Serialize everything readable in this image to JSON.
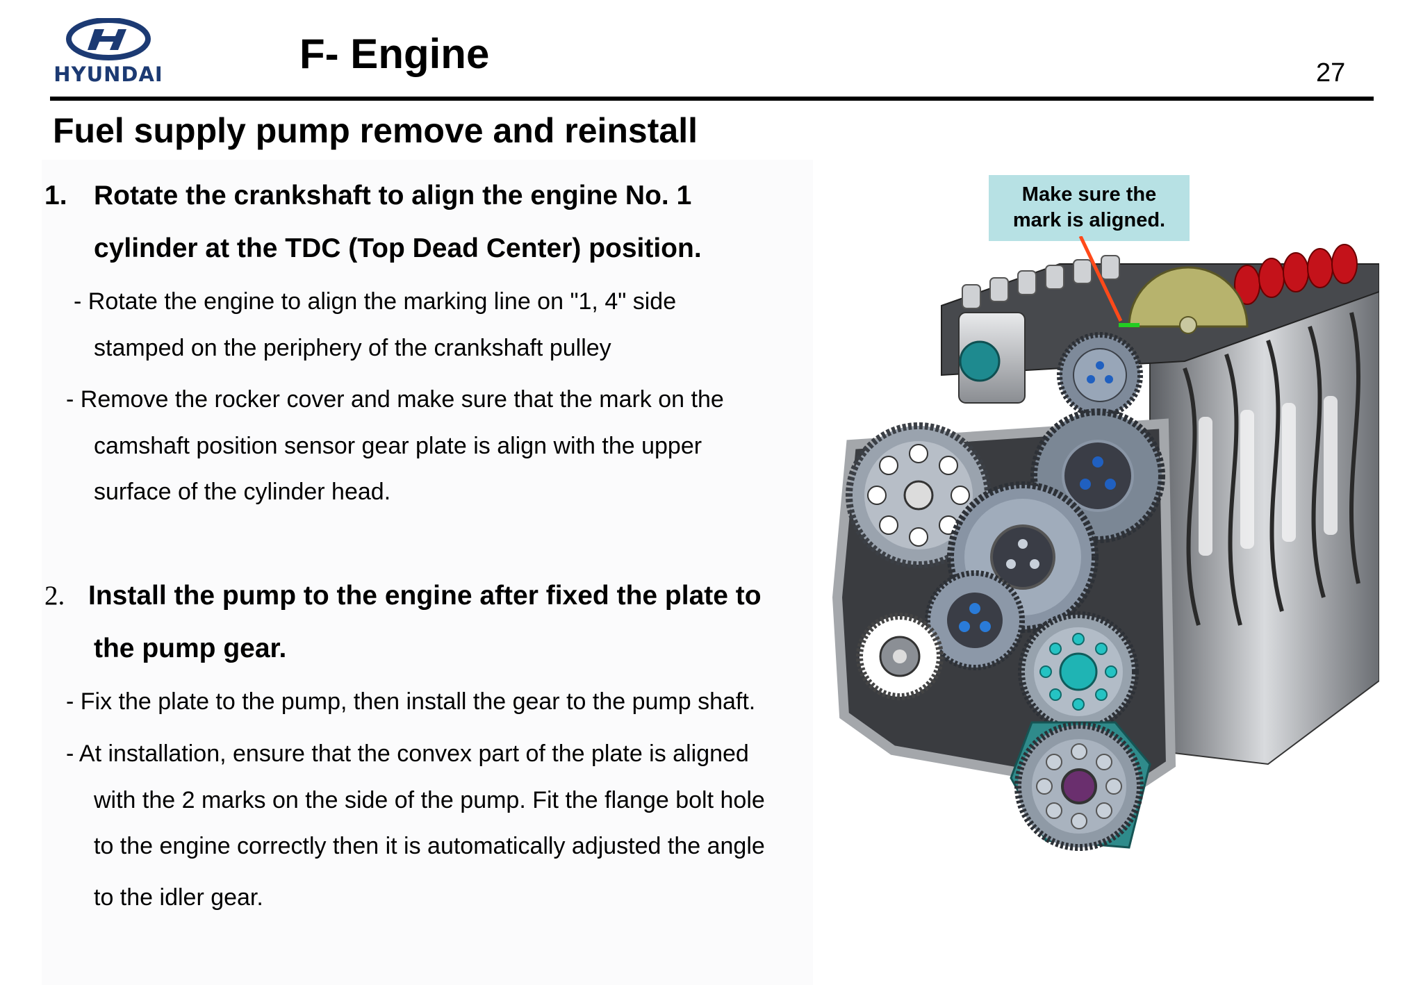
{
  "header": {
    "brand": "HYUNDAI",
    "title": "F- Engine",
    "page_number": "27"
  },
  "slide": {
    "subtitle": "Fuel supply pump remove and reinstall",
    "step1": {
      "number": "1.",
      "heading_lines": [
        "Rotate the crankshaft to align the engine No. 1",
        "cylinder at the TDC (Top Dead Center) position."
      ],
      "bullet1_lines": [
        "- Rotate the engine to align the marking line on \"1, 4\" side",
        "stamped on the periphery of the crankshaft pulley"
      ],
      "bullet2_lines": [
        "-  Remove the rocker cover and make sure that the mark on the",
        "camshaft position sensor gear plate is align with the upper",
        "surface of the cylinder head."
      ]
    },
    "step2": {
      "number": "2.",
      "heading_lines": [
        "Install the pump to the engine after fixed the plate to",
        "the pump gear."
      ],
      "bullet1_lines": [
        "- Fix the plate to the pump, then install the gear to the pump shaft."
      ],
      "bullet2_lines": [
        "- At installation, ensure that the convex part of the plate is aligned",
        "with the 2 marks on the side of the pump. Fit the flange bolt hole",
        "to the engine correctly then it is automatically adjusted the angle",
        "to the idler gear."
      ]
    }
  },
  "figure": {
    "callout_lines": [
      "Make sure the",
      "mark is aligned."
    ],
    "callout_color": "#b7e1e4",
    "arrow_color": "#ff4a1a",
    "mark_color": "#22cc22"
  }
}
